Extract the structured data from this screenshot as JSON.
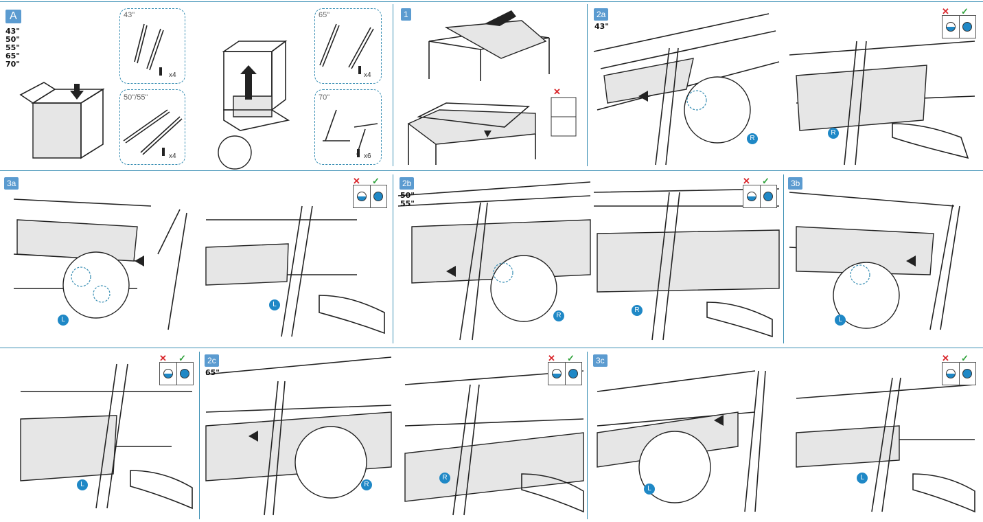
{
  "panelA": {
    "badge": "A",
    "sizes": [
      "43\"",
      "50\"",
      "55\"",
      "65\"",
      "70\""
    ],
    "parts": [
      {
        "label": "43\"",
        "qty": "x4"
      },
      {
        "label": "50\"/55\"",
        "qty": "x4"
      },
      {
        "label": "65\"",
        "qty": "x4"
      },
      {
        "label": "70\"",
        "qty": "x6"
      }
    ]
  },
  "steps": {
    "s1": "1",
    "s2a": "2a",
    "s2a_size": "43\"",
    "s3a": "3a",
    "s2b": "2b",
    "s2b_sizes": [
      "50\"",
      "55\""
    ],
    "s3b": "3b",
    "s2c": "2c",
    "s2c_size": "65\"",
    "s3c": "3c"
  },
  "markers": {
    "right": "R",
    "left": "L"
  },
  "symbols": {
    "wrong": "✕",
    "right": "✓"
  },
  "colors": {
    "accent": "#1f88c6",
    "divider": "#3a8fb4",
    "wrong": "#d9262b",
    "right": "#2fa23a"
  }
}
